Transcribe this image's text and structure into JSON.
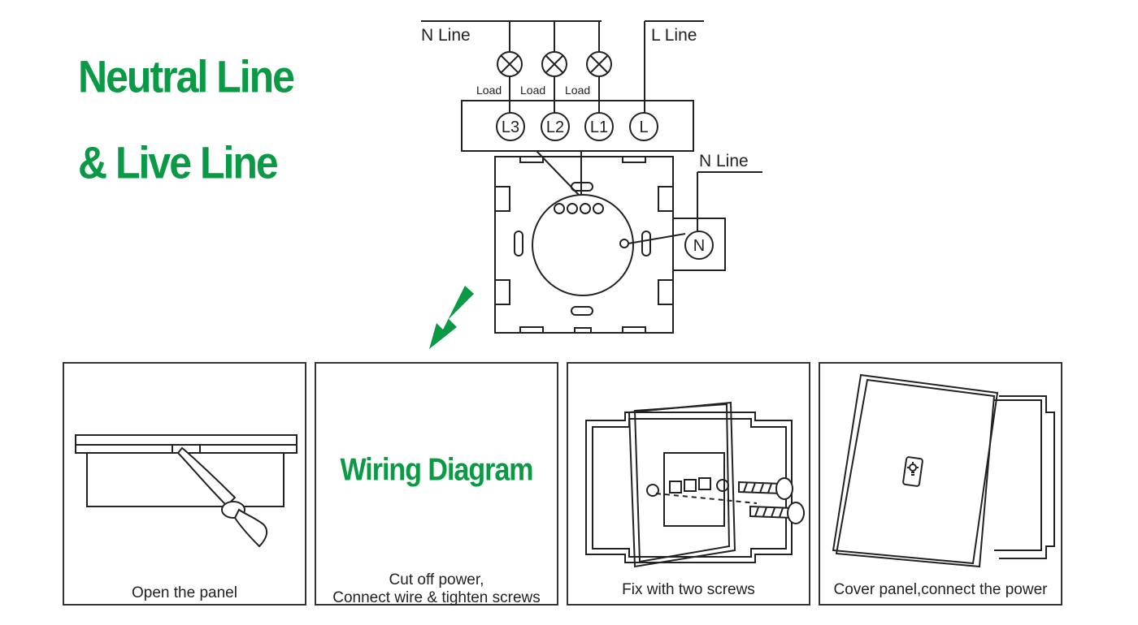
{
  "headline": {
    "line1": "Neutral Line",
    "line2": "& Live Line"
  },
  "diagram": {
    "n_line_top": "N  Line",
    "l_line_top": "L  Line",
    "load_labels": [
      "Load",
      "Load",
      "Load"
    ],
    "terminals": [
      "L3",
      "L2",
      "L1",
      "L"
    ],
    "n_line_right": "N  Line",
    "neutral_terminal": "N"
  },
  "colors": {
    "accent_green": "#0a9a45",
    "line": "#222222"
  },
  "steps": [
    {
      "caption": "Open the panel"
    },
    {
      "title": "Wiring Diagram",
      "caption_line1": "Cut off power,",
      "caption_line2": "Connect wire & tighten screws"
    },
    {
      "caption": "Fix with two screws"
    },
    {
      "caption": "Cover panel,connect the power"
    }
  ],
  "icons": [
    "arrow-down-left-icon",
    "lamp-icon",
    "screwdriver-icon",
    "screw-icon",
    "light-bulb-icon"
  ]
}
